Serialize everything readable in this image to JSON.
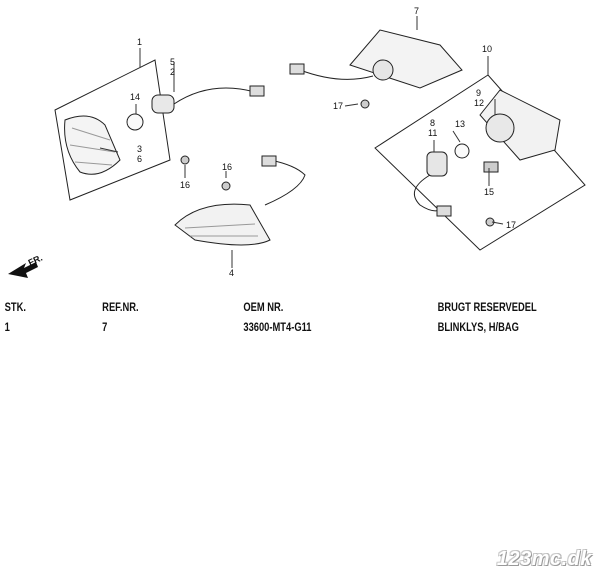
{
  "diagram": {
    "callouts": [
      "1",
      "5",
      "2",
      "14",
      "3",
      "6",
      "16",
      "16",
      "4",
      "7",
      "17",
      "10",
      "9",
      "12",
      "8",
      "11",
      "13",
      "15",
      "17"
    ],
    "direction_label": "FR."
  },
  "table": {
    "headers": [
      "STK.",
      "REF.NR.",
      "OEM NR.",
      "BRUGT RESERVEDEL"
    ],
    "rows": [
      [
        "1",
        "7",
        "33600-MT4-G11",
        "BLINKLYS, H/BAG"
      ]
    ]
  },
  "watermark": "123mc.dk"
}
